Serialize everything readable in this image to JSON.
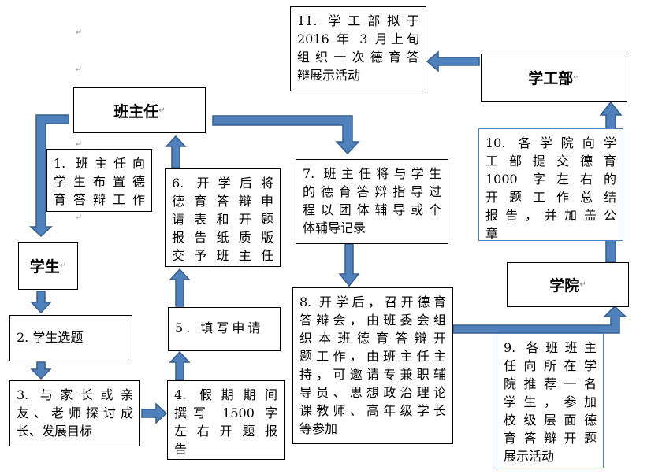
{
  "nodes": {
    "head_teacher": "班主任",
    "student": "学生",
    "student_affairs": "学工部",
    "college": "学院"
  },
  "steps": {
    "s1": [
      "1. 班主任向",
      "学生布置德",
      "育答辩工作"
    ],
    "s2": [
      "2. 学生选题"
    ],
    "s3": [
      "3. 与家长或亲",
      "友、老师探讨成",
      "长、发展目标"
    ],
    "s4": [
      "4. 假期期间",
      "撰写 1500 字",
      "左右开题报",
      "告"
    ],
    "s5": [
      "5. 填写申请"
    ],
    "s6": [
      "6. 开学后将",
      "德育答辩申",
      "请表和开题",
      "报告纸质版",
      "交予班主任"
    ],
    "s7": [
      "7. 班主任将与学生",
      "的德育答辩指导过",
      "程以团体辅导或个",
      "体辅导记录"
    ],
    "s8": [
      "8. 开学后，召开德育",
      "答辩会，由班委会组",
      "织本班德育答辩开",
      "题工作，由班主任主",
      "持，可邀请专兼职辅",
      "导员、思想政治理论",
      "课教师、高年级学长",
      "等参加"
    ],
    "s9": [
      "9. 各班班主",
      "任向所在学",
      "院推荐一名",
      "学生，参加",
      "校级层面德",
      "育答辩开题",
      "展示活动"
    ],
    "s10": [
      "10. 各学院向学",
      "工部提交德育",
      "1000 字左右的",
      "开题工作总结",
      "报告，并加盖公",
      "章"
    ],
    "s11": [
      "11. 学工部拟于",
      "2016 年 3 月上旬",
      "组织一次德育答",
      "辩展示活动"
    ]
  },
  "colors": {
    "arrow": "#4f81bd",
    "arrow_stroke": "#385d8a",
    "blue_border": "#4f81bd"
  }
}
